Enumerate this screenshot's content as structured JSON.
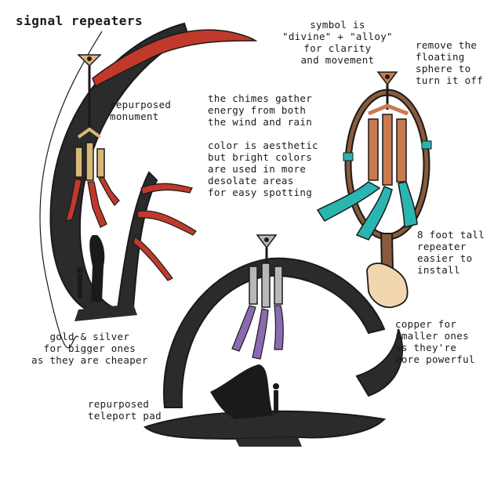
{
  "page": {
    "title": "signal repeaters",
    "notes": {
      "symbol": "symbol is\n\"divine\" + \"alloy\"\nfor clarity\nand movement",
      "remove_sphere": "remove the\nfloating\nsphere to\nturn it off",
      "monument": "repurposed\nmonument",
      "chimes": "the chimes gather\nenergy from both\nthe wind and rain",
      "color": "color is aesthetic\nbut bright colors\nare used in more\ndesolate areas\nfor easy spotting",
      "eight_foot": "8 foot tall\nrepeater\neasier to\ninstall",
      "gold_silver": "gold & silver\nfor bigger ones\nas they are cheaper",
      "copper": "copper for\nsmaller ones\nas they're\nmore powerful",
      "teleport": "repurposed\nteleport pad"
    }
  },
  "colors": {
    "ink": "#1a1a1a",
    "stone": "#2b2b2b",
    "ribbon_red": "#c0392b",
    "gold": "#d9b877",
    "teal": "#2bb5b0",
    "copper": "#c97a4e",
    "silver": "#b8b8b8",
    "purple": "#8a6bb0",
    "wood": "#8a5a3c",
    "skin": "#f2d6b0"
  }
}
